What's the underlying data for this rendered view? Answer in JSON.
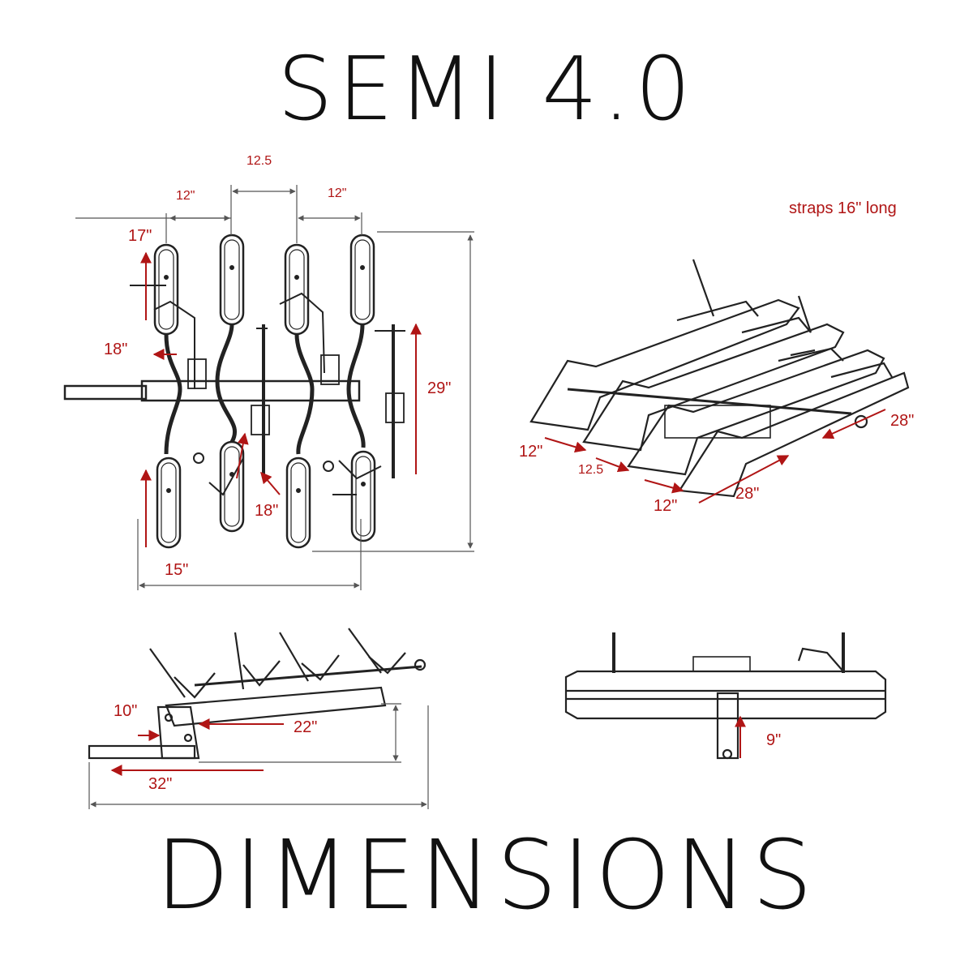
{
  "title": "SEMI 4.0",
  "footer": "DIMENSIONS",
  "note": "straps 16\" long",
  "colors": {
    "dimension": "#b01515",
    "line": "#222222",
    "guide": "#888888"
  },
  "top_view": {
    "labels": {
      "top_center": "12.5",
      "top_left": "12\"",
      "top_right": "12\"",
      "left_upper": "17\"",
      "left_mid": "18\"",
      "right_height": "29\"",
      "inner_bottom": "18\"",
      "bottom_width": "15\""
    }
  },
  "iso_view": {
    "labels": {
      "right_side": "28\"",
      "left_gap_1": "12\"",
      "left_gap_2": "12.5",
      "left_gap_3": "12\"",
      "bottom_length": "28\""
    }
  },
  "side_view": {
    "labels": {
      "height": "10\"",
      "arm": "22\"",
      "length": "32\""
    }
  },
  "rear_view": {
    "labels": {
      "clearance": "9\""
    }
  }
}
